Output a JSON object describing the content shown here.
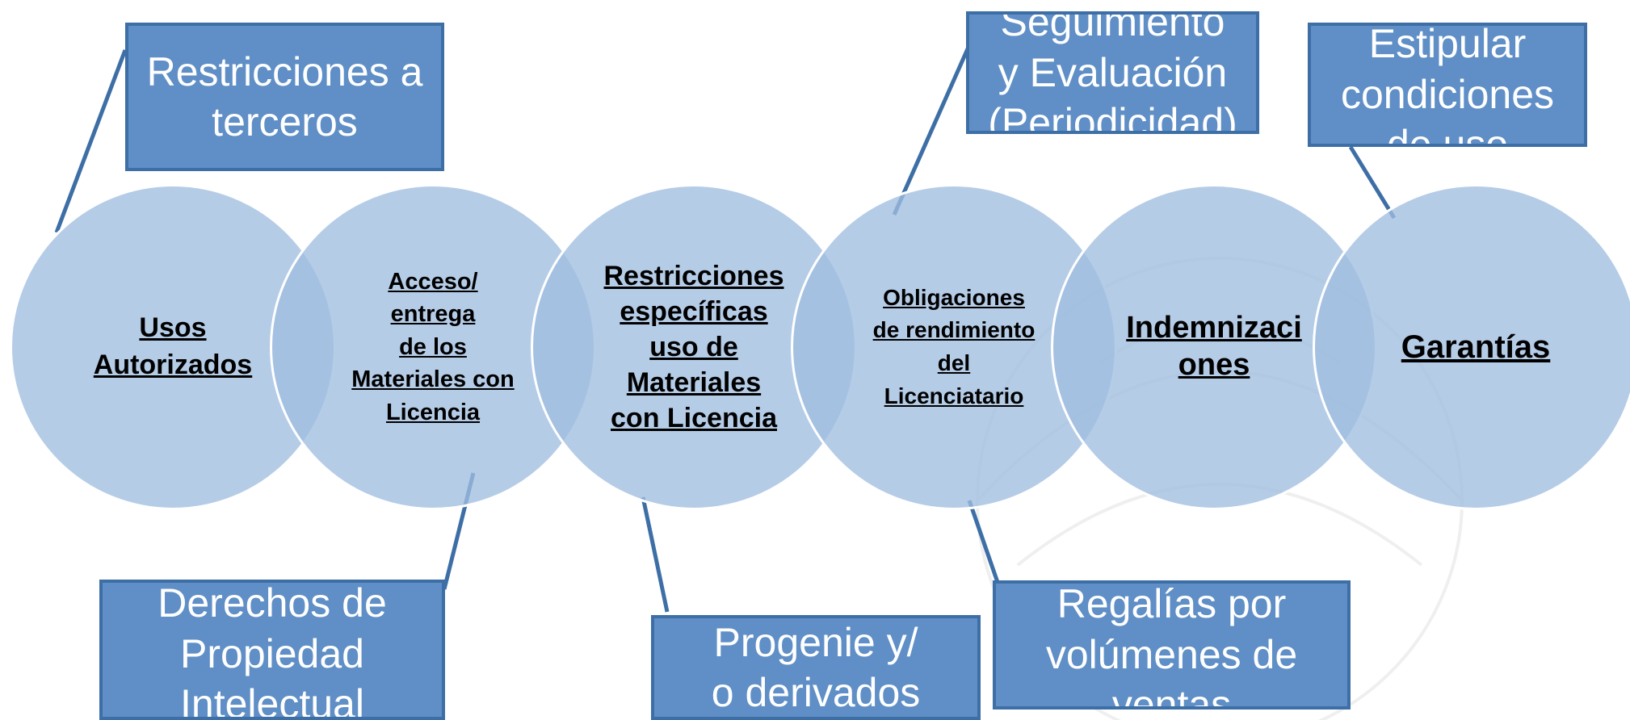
{
  "circles": [
    {
      "label": "Usos\nAutorizados"
    },
    {
      "label": "Acceso/\nentrega\nde los\nMateriales con\nLicencia"
    },
    {
      "label": "Restricciones\nespecíficas\nuso de\nMateriales\ncon Licencia"
    },
    {
      "label": "Obligaciones\nde rendimiento\ndel\nLicenciatario"
    },
    {
      "label": "Indemnizaci\nones"
    },
    {
      "label": "Garantías"
    }
  ],
  "callouts": [
    {
      "label": "Restricciones a\nterceros"
    },
    {
      "label": "Derechos de\nPropiedad\nIntelectual"
    },
    {
      "label": "Progenie y/\no derivados"
    },
    {
      "label": "Seguimiento\ny Evaluación\n(Periodicidad)"
    },
    {
      "label": "Regalías  por\nvolúmenes de\nventas"
    },
    {
      "label": "Estipular\ncondiciones\nde uso"
    }
  ],
  "colors": {
    "circle_fill": "#a0bee0",
    "callout_fill": "#5f8fc6",
    "callout_border": "#3d6fa6",
    "connector": "#3d6fa6"
  }
}
